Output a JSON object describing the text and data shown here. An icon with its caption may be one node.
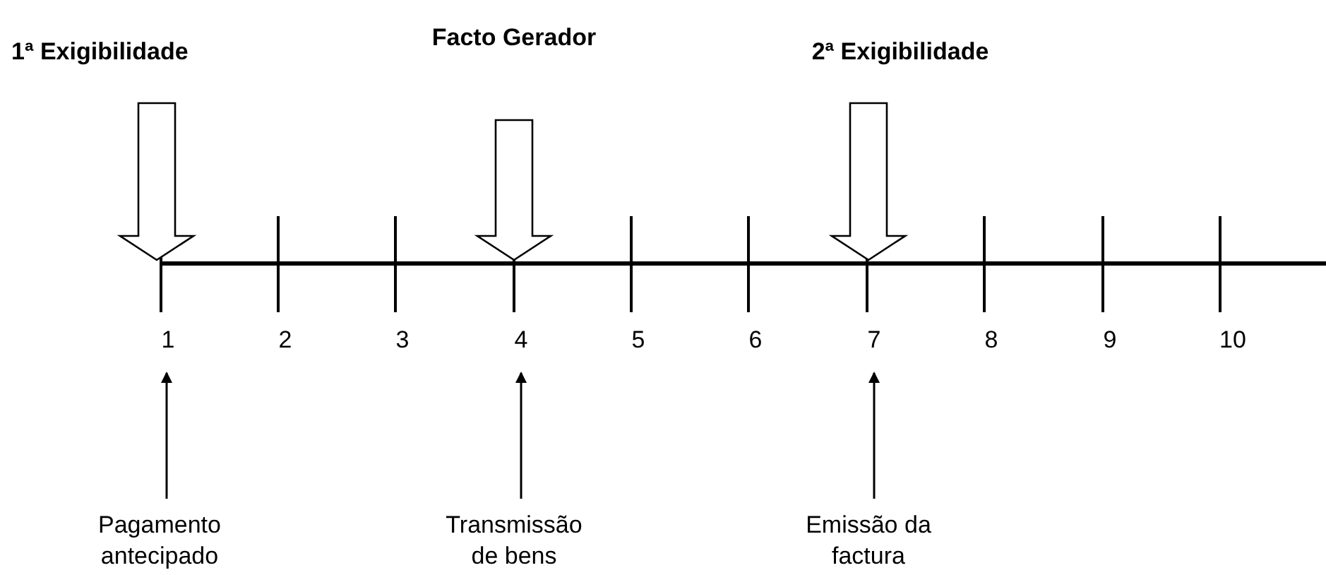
{
  "diagram": {
    "nodes": [
      {
        "text": [
          "1ª Exigibilidade"
        ]
      },
      {
        "text": [
          "Facto Gerador"
        ]
      },
      {
        "text": [
          "2ª Exigibilidade"
        ]
      },
      {
        "text": [],
        "shape": "bar"
      },
      {
        "text": [
          "1"
        ]
      },
      {
        "text": [
          "2"
        ]
      },
      {
        "text": [
          "3"
        ]
      },
      {
        "text": [
          "4"
        ]
      },
      {
        "text": [
          "5"
        ]
      },
      {
        "text": [
          "6"
        ]
      },
      {
        "text": [
          "7"
        ]
      },
      {
        "text": [
          "8"
        ]
      },
      {
        "text": [
          "9"
        ]
      },
      {
        "text": [
          "10"
        ]
      },
      {
        "text": [
          "Pagamento antecipado"
        ]
      },
      {
        "text": [
          "Transmissão de bens"
        ]
      },
      {
        "text": [
          "Emissão da factura"
        ]
      }
    ],
    "edges": [
      {
        "from": 0,
        "to": 3,
        "arrow": "to",
        "style": "thick"
      },
      {
        "from": 1,
        "to": 3,
        "arrow": "to",
        "style": "thick"
      },
      {
        "from": 2,
        "to": 3,
        "arrow": "to",
        "style": "thick"
      },
      {
        "from": 14,
        "to": 4,
        "arrow": "to"
      },
      {
        "from": 15,
        "to": 7,
        "arrow": "to"
      },
      {
        "from": 16,
        "to": 10,
        "arrow": "to"
      }
    ]
  }
}
